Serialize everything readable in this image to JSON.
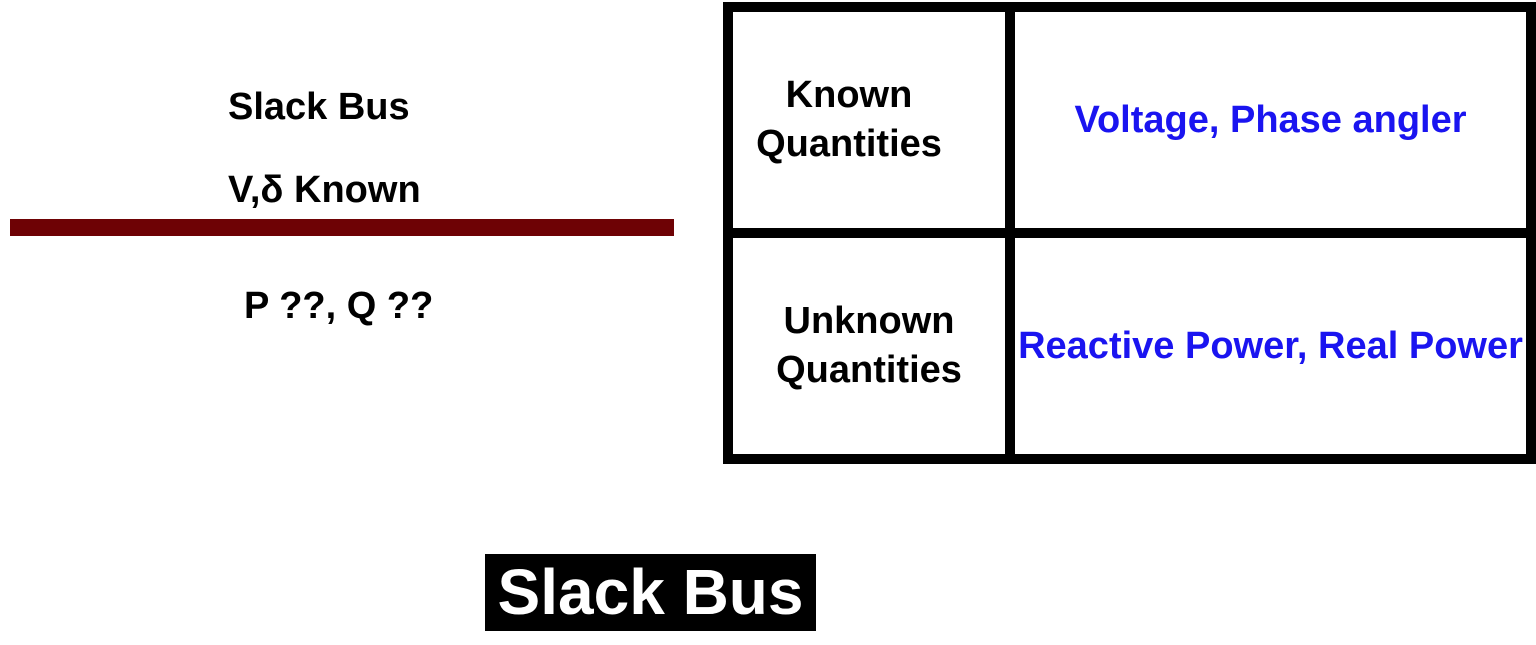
{
  "colors": {
    "bus_bar": "#6e0205",
    "value_text": "#1a14f0",
    "caption_background": "#000000"
  },
  "bus": {
    "name": "Slack Bus",
    "known_label": "V,δ Known",
    "unknown_label": "P ??,  Q ??"
  },
  "table": {
    "rows": [
      {
        "heading": "Known Quantities",
        "value": "Voltage, Phase angler"
      },
      {
        "heading": "Unknown Quantities",
        "value": "Reactive Power, Real Power"
      }
    ]
  },
  "caption": "Slack Bus"
}
